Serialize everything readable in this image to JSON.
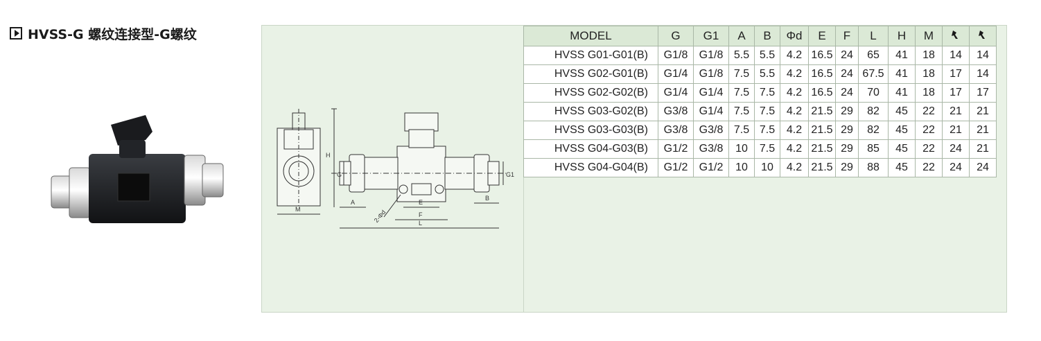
{
  "title": "HVSS-G 螺纹连接型-G螺纹",
  "colors": {
    "panel_bg": "#e9f2e6",
    "header_bg": "#dbe9d6",
    "border": "#a9b7a6"
  },
  "drawing_labels": {
    "H": "H",
    "G": "G",
    "M": "M",
    "A": "A",
    "phi_d": "2-Φd",
    "E": "E",
    "F": "F",
    "L": "L",
    "B": "B",
    "G1": "G1"
  },
  "table": {
    "headers": [
      "MODEL",
      "G",
      "G1",
      "A",
      "B",
      "Φd",
      "E",
      "F",
      "L",
      "H",
      "M",
      "wrench-icon",
      "wrench-icon"
    ],
    "rows": [
      [
        "HVSS G01-G01(B)",
        "G1/8",
        "G1/8",
        "5.5",
        "5.5",
        "4.2",
        "16.5",
        "24",
        "65",
        "41",
        "18",
        "14",
        "14"
      ],
      [
        "HVSS G02-G01(B)",
        "G1/4",
        "G1/8",
        "7.5",
        "5.5",
        "4.2",
        "16.5",
        "24",
        "67.5",
        "41",
        "18",
        "17",
        "14"
      ],
      [
        "HVSS G02-G02(B)",
        "G1/4",
        "G1/4",
        "7.5",
        "7.5",
        "4.2",
        "16.5",
        "24",
        "70",
        "41",
        "18",
        "17",
        "17"
      ],
      [
        "HVSS G03-G02(B)",
        "G3/8",
        "G1/4",
        "7.5",
        "7.5",
        "4.2",
        "21.5",
        "29",
        "82",
        "45",
        "22",
        "21",
        "21"
      ],
      [
        "HVSS G03-G03(B)",
        "G3/8",
        "G3/8",
        "7.5",
        "7.5",
        "4.2",
        "21.5",
        "29",
        "82",
        "45",
        "22",
        "21",
        "21"
      ],
      [
        "HVSS G04-G03(B)",
        "G1/2",
        "G3/8",
        "10",
        "7.5",
        "4.2",
        "21.5",
        "29",
        "85",
        "45",
        "22",
        "24",
        "21"
      ],
      [
        "HVSS G04-G04(B)",
        "G1/2",
        "G1/2",
        "10",
        "10",
        "4.2",
        "21.5",
        "29",
        "88",
        "45",
        "22",
        "24",
        "24"
      ]
    ]
  }
}
